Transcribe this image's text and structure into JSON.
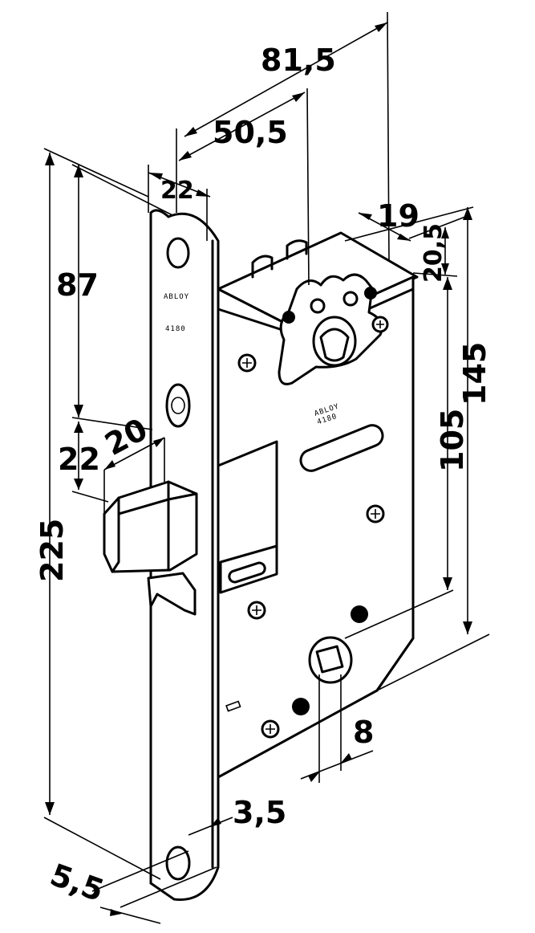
{
  "dimensions": {
    "d81_5": "81,5",
    "d50_5": "50,5",
    "d22_top": "22",
    "d19": "19",
    "d20_5": "20,5",
    "d87": "87",
    "d145": "145",
    "d105": "105",
    "d22_side": "22",
    "d20": "20",
    "d225": "225",
    "d8": "8",
    "d3_5": "3,5",
    "d5_5": "5,5"
  },
  "faceplate_marking": {
    "line1": "ABLOY",
    "line2": "4180"
  },
  "body_marking": {
    "line1": "ABLOY",
    "line2": "4180"
  },
  "colors": {
    "ink": "#000000",
    "paper": "#ffffff"
  }
}
